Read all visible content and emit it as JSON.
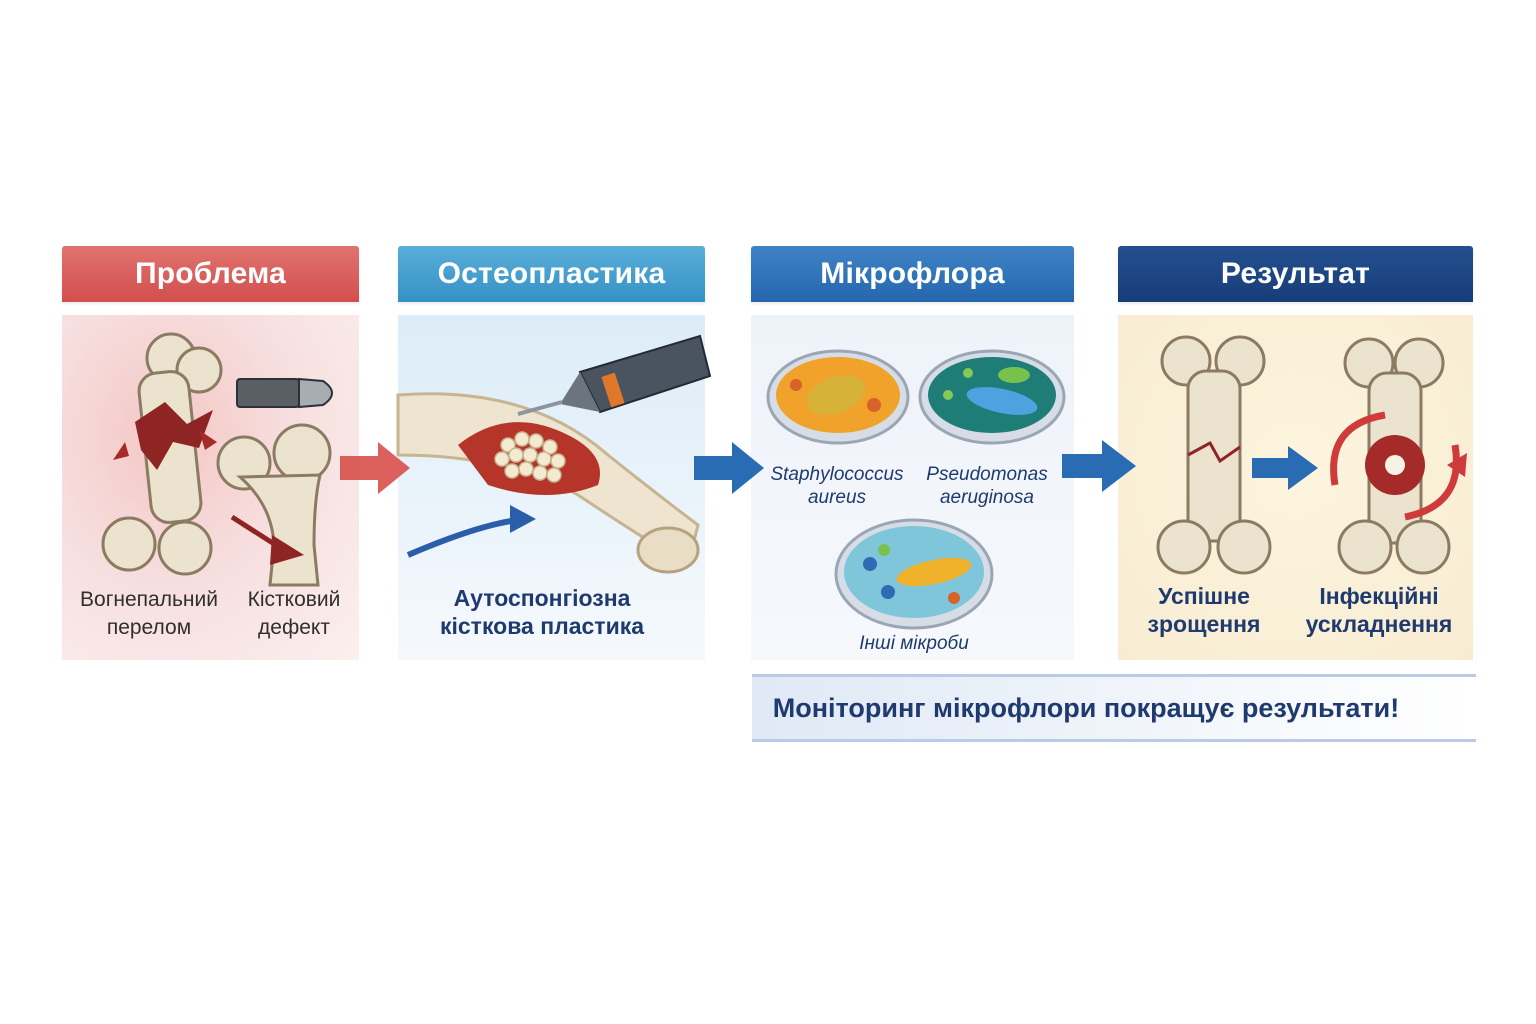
{
  "stages": [
    {
      "title": "Проблема",
      "labels": [
        "Вогнепальний\nперелом",
        "Кістковий\nдефект"
      ]
    },
    {
      "title": "Остеопластика",
      "labels": [
        "Аутоспонгіозна\nкісткова пластика"
      ]
    },
    {
      "title": "Мікрофлора",
      "labels": [
        "Staphylococcus\naureus",
        "Pseudomonas\naeruginosa",
        "Інші мікроби"
      ]
    },
    {
      "title": "Результат",
      "labels": [
        "Успішне\nзрощення",
        "Інфекційні\nускладнення"
      ]
    }
  ],
  "banner": "Моніторинг мікрофлори покращує результати!",
  "icons": [
    "fractured-bone-icon",
    "bullet-icon",
    "bone-defect-icon",
    "surgical-drill-icon",
    "bone-graft-icon",
    "petri-dish-icon",
    "healed-bone-icon",
    "infected-bone-icon",
    "arrow-right-icon"
  ],
  "colors": {
    "problem": "#d24f4e",
    "osteoplasty": "#3591c6",
    "microflora": "#2566ad",
    "result": "#173d78",
    "text_navy": "#1e3a6e"
  }
}
